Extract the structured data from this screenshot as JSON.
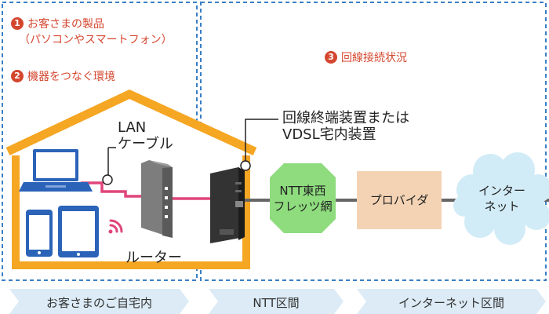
{
  "labels": {
    "product_num": "1",
    "product_title": "お客さまの製品",
    "product_sub": "（パソコンやスマートフォン）",
    "env_num": "2",
    "env_title": "機器をつなぐ環境",
    "line_num": "3",
    "line_title": "回線接続状況",
    "lan_line1": "LAN",
    "lan_line2": "ケーブル",
    "router": "ルーター",
    "onu_line1": "回線終端装置または",
    "onu_line2": "VDSL宅内装置"
  },
  "nodes": {
    "ntt_line1": "NTT東西",
    "ntt_line2": "フレッツ網",
    "provider": "プロバイダ",
    "internet_line1": "インター",
    "internet_line2": "ネット"
  },
  "sections": [
    "お客さまのご自宅内",
    "NTT区間",
    "インターネット区間"
  ],
  "colors": {
    "house_orange": "#f5a623",
    "cable_pink": "#e0457b",
    "line_gray": "#666666",
    "device_blue": "#2b63b8",
    "dashed_blue": "#3a7fc4",
    "ntt_green": "#8edc7e",
    "provider_beige": "#f3d3b4",
    "cloud_blue": "#d2ecf7",
    "tab_blue": "#dcebf6",
    "label_red": "#d4472f"
  },
  "icons": [
    "laptop-icon",
    "smartphone-icon",
    "tablet-icon",
    "wifi-icon",
    "router-icon",
    "onu-icon"
  ]
}
